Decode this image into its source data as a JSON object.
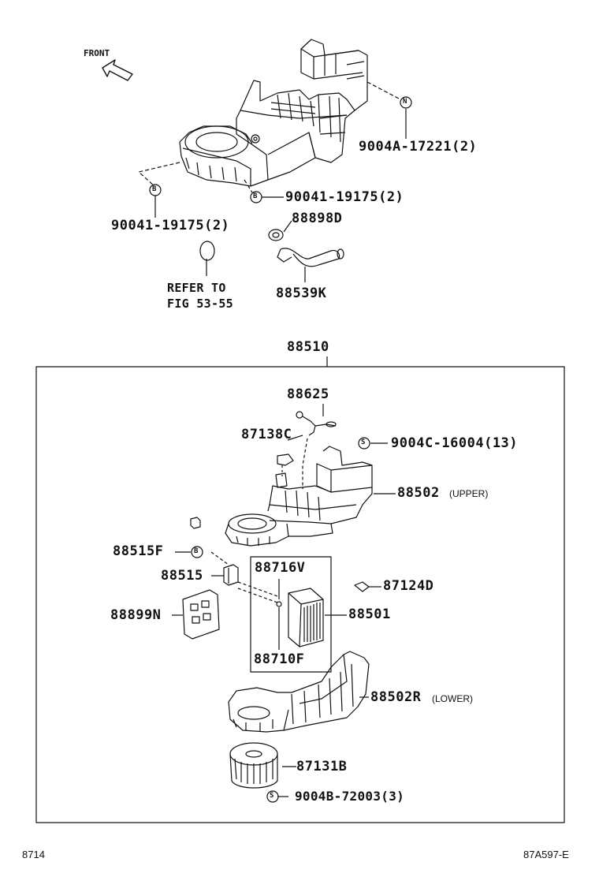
{
  "header": {
    "front_label": "FRONT"
  },
  "callouts": {
    "p9004a_17221": "9004A-17221(2)",
    "p90041_19175_right": "90041-19175(2)",
    "p90041_19175_left": "90041-19175(2)",
    "p88898d": "88898D",
    "p88539k": "88539K",
    "refer_line1": "REFER TO",
    "refer_line2": "FIG 53-55",
    "p88510": "88510",
    "p88625": "88625",
    "p87138c": "87138C",
    "p9004c_16004": "9004C-16004(13)",
    "p88502": "88502",
    "p88502_note": "(UPPER)",
    "p88515f": "88515F",
    "p88515": "88515",
    "p88716v": "88716V",
    "p87124d": "87124D",
    "p88899n": "88899N",
    "p88501": "88501",
    "p88710f": "88710F",
    "p88502r": "88502R",
    "p88502r_note": "(LOWER)",
    "p87131b": "87131B",
    "p9004b_72003": "9004B-72003(3)"
  },
  "markers": {
    "n": "N",
    "b": "B",
    "s": "S"
  },
  "footer": {
    "left": "8714",
    "right": "87A597-E"
  },
  "icons": [
    "front-arrow-icon",
    "screw-marker-icon",
    "bolt-marker-icon",
    "nut-marker-icon"
  ]
}
